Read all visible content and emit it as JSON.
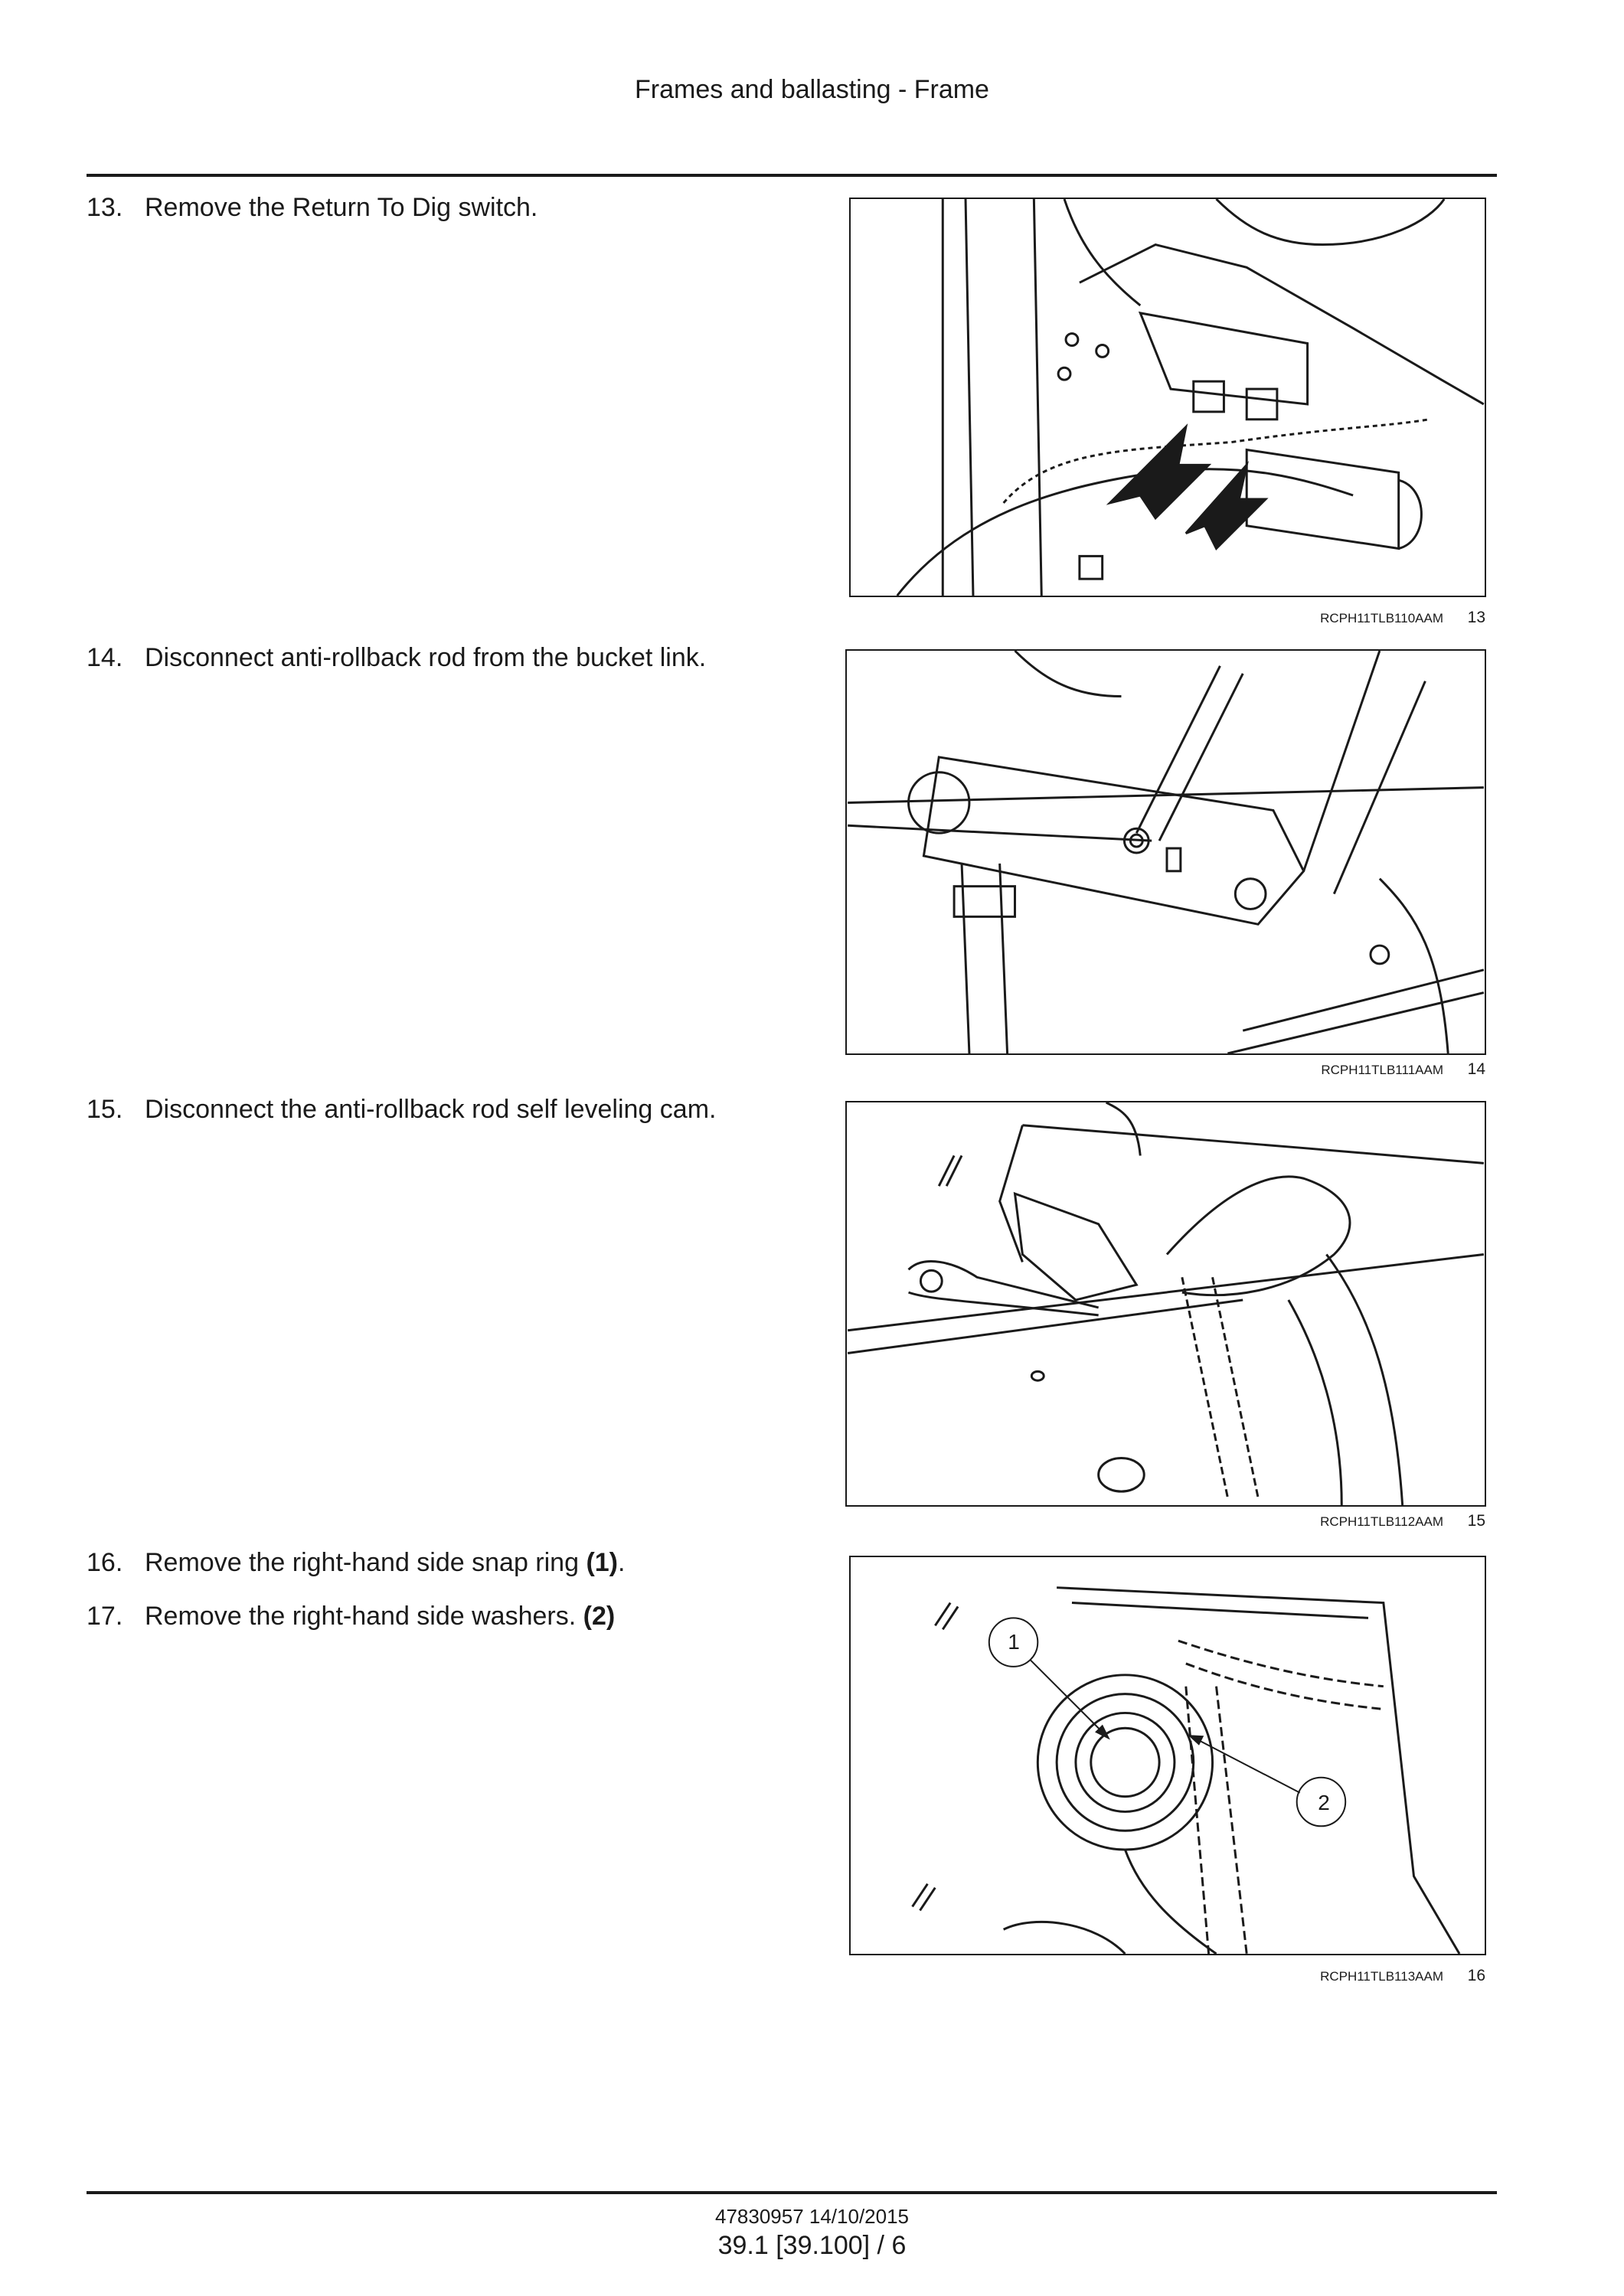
{
  "header": {
    "title": "Frames and ballasting - Frame"
  },
  "steps": [
    {
      "num": "13.",
      "text": "Remove the Return To Dig switch."
    },
    {
      "num": "14.",
      "text": "Disconnect anti-rollback rod from the bucket link."
    },
    {
      "num": "15.",
      "text": "Disconnect the anti-rollback rod self leveling cam."
    },
    {
      "num": "16.",
      "text": "Remove the right-hand side snap ring ",
      "bold": "(1)",
      "tail": "."
    },
    {
      "num": "17.",
      "text": "Remove the right-hand side washers. ",
      "bold": "(2)",
      "tail": ""
    }
  ],
  "figures": [
    {
      "id": "RCPH11TLB110AAM",
      "num": "13"
    },
    {
      "id": "RCPH11TLB111AAM",
      "num": "14"
    },
    {
      "id": "RCPH11TLB112AAM",
      "num": "15"
    },
    {
      "id": "RCPH11TLB113AAM",
      "num": "16",
      "callouts": [
        "1",
        "2"
      ]
    }
  ],
  "footer": {
    "doc_code": "47830957 14/10/2015",
    "page": "39.1 [39.100] / 6"
  }
}
